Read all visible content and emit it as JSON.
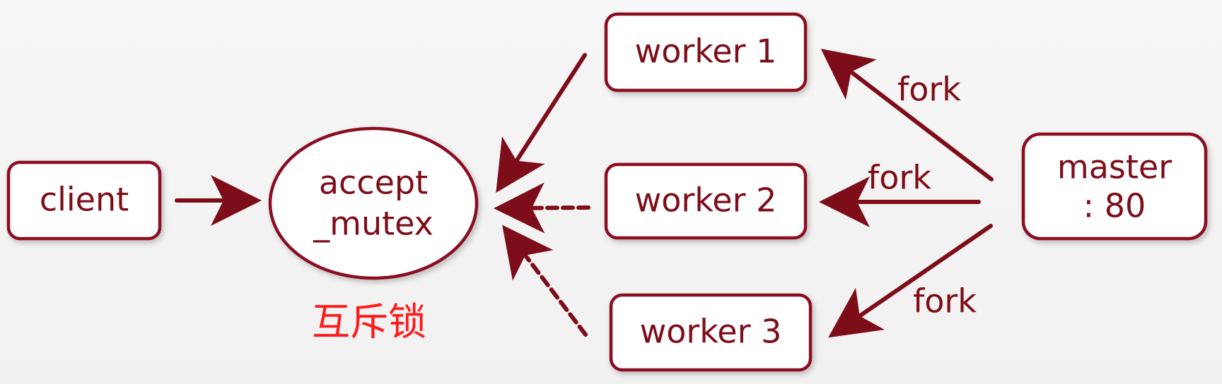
{
  "diagram": {
    "nodes": {
      "client": "client",
      "accept_line1": "accept",
      "accept_line2": "_mutex",
      "worker1": "worker 1",
      "worker2": "worker 2",
      "worker3": "worker 3",
      "master_line1": "master",
      "master_line2": ": 80"
    },
    "labels": {
      "fork_top": "fork",
      "fork_mid": "fork",
      "fork_bottom": "fork",
      "mutex_cn": "互斥锁"
    },
    "colors": {
      "accent": "#7d0d18",
      "lock_text": "#ff1a1a",
      "background": "#f4f4f4"
    }
  }
}
